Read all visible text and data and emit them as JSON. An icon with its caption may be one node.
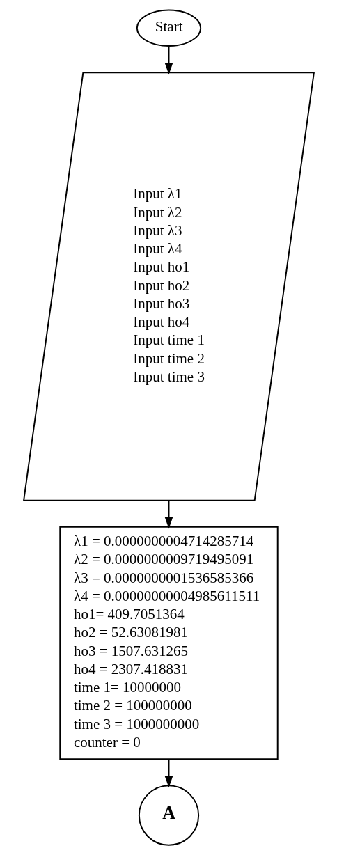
{
  "diagram": {
    "nodes": [
      {
        "text": [
          "Start"
        ]
      },
      {
        "text": [
          "Input λ1",
          "Input λ2",
          "Input λ3",
          "Input λ4",
          "Input ho1",
          "Input ho2",
          "Input ho3",
          "Input ho4",
          "Input time 1",
          "Input time 2",
          "Input time 3"
        ]
      },
      {
        "text": [
          "λ1 = 0.0000000004714285714",
          "λ2 = 0.0000000009719495091",
          "λ3 = 0.0000000001536585366",
          "λ4 = 0.00000000004985611511",
          "ho1= 409.7051364",
          "ho2 = 52.63081981",
          "ho3 = 1507.631265",
          "ho4 = 2307.418831",
          "time 1= 10000000",
          "time 2 = 100000000",
          "time 3 = 1000000000",
          "counter = 0"
        ]
      },
      {
        "text": [
          "A"
        ]
      }
    ],
    "edges": [
      {
        "from": 0,
        "to": 1,
        "arrow": "to"
      },
      {
        "from": 1,
        "to": 2,
        "arrow": "to"
      },
      {
        "from": 2,
        "to": 3,
        "arrow": "to"
      }
    ]
  }
}
